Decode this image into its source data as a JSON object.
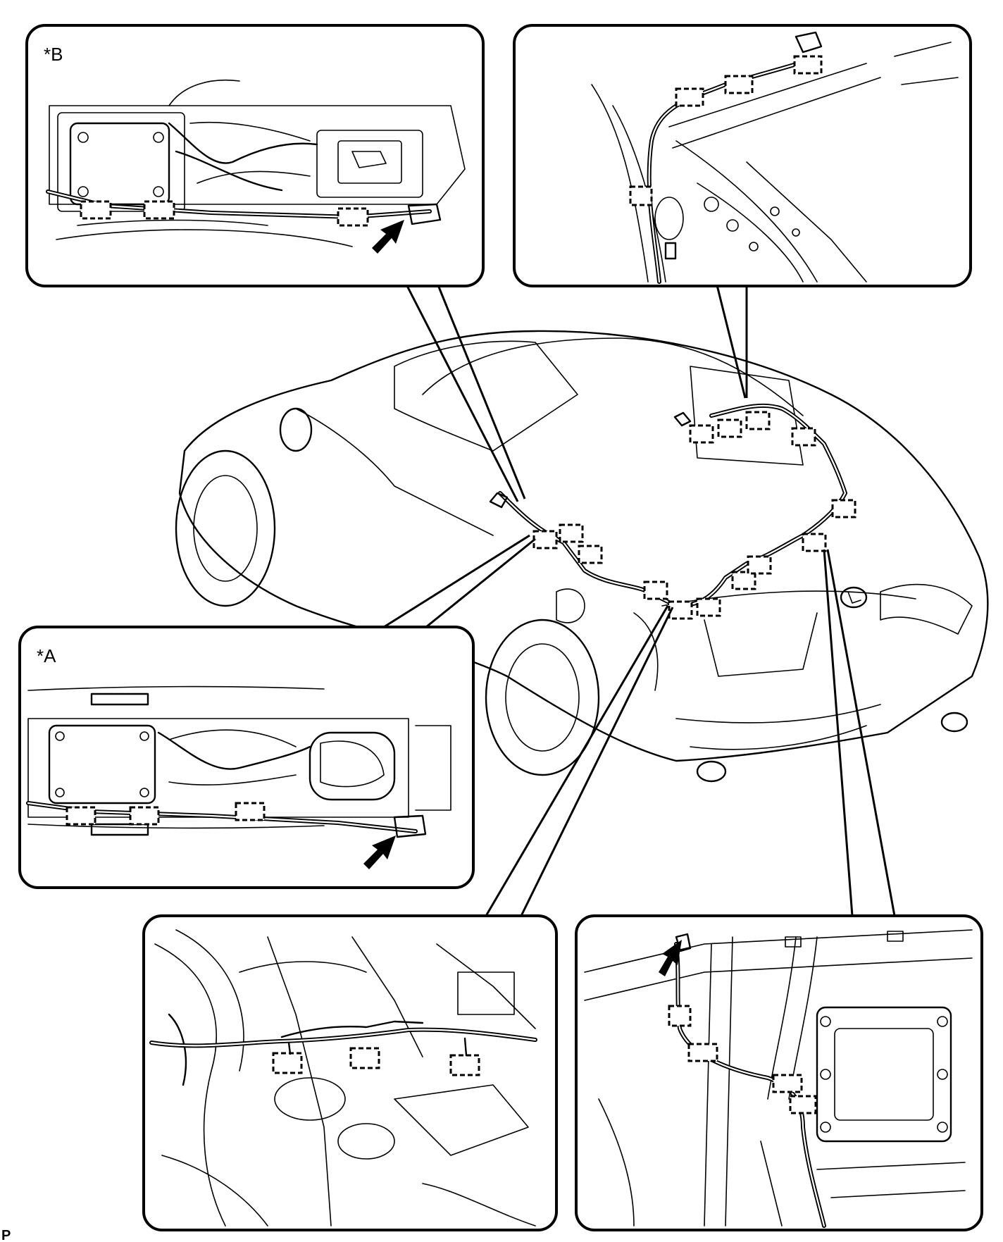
{
  "diagram": {
    "panels": [
      {
        "id": "top-left",
        "label": "*B"
      },
      {
        "id": "top-right",
        "label": ""
      },
      {
        "id": "middle-left",
        "label": "*A"
      },
      {
        "id": "bottom-left",
        "label": ""
      },
      {
        "id": "bottom-right",
        "label": ""
      }
    ],
    "footer_code": "P",
    "icons": [
      "clip-icon",
      "arrow-icon",
      "lexus-emblem-icon"
    ]
  }
}
